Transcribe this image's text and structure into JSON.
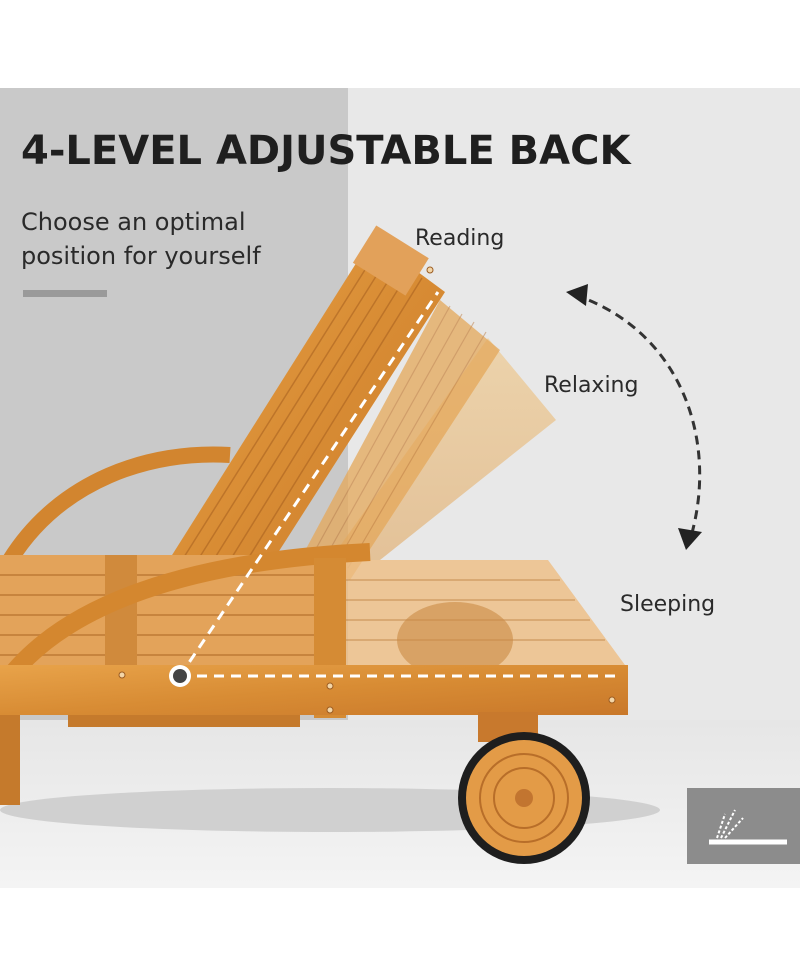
{
  "feature": {
    "title": "4-LEVEL ADJUSTABLE BACK",
    "subtitle": "Choose an optimal position for yourself"
  },
  "positions": [
    {
      "label": "Reading"
    },
    {
      "label": "Relaxing"
    },
    {
      "label": "Sleeping"
    }
  ],
  "icon": {
    "name": "reclining-angle-icon"
  },
  "colors": {
    "background": "#e8e8e8",
    "left_panel": "#c9c9c9",
    "title_text": "#1f1f1f",
    "wood": "#d9903a",
    "icon_tile": "#8c8c8c"
  }
}
